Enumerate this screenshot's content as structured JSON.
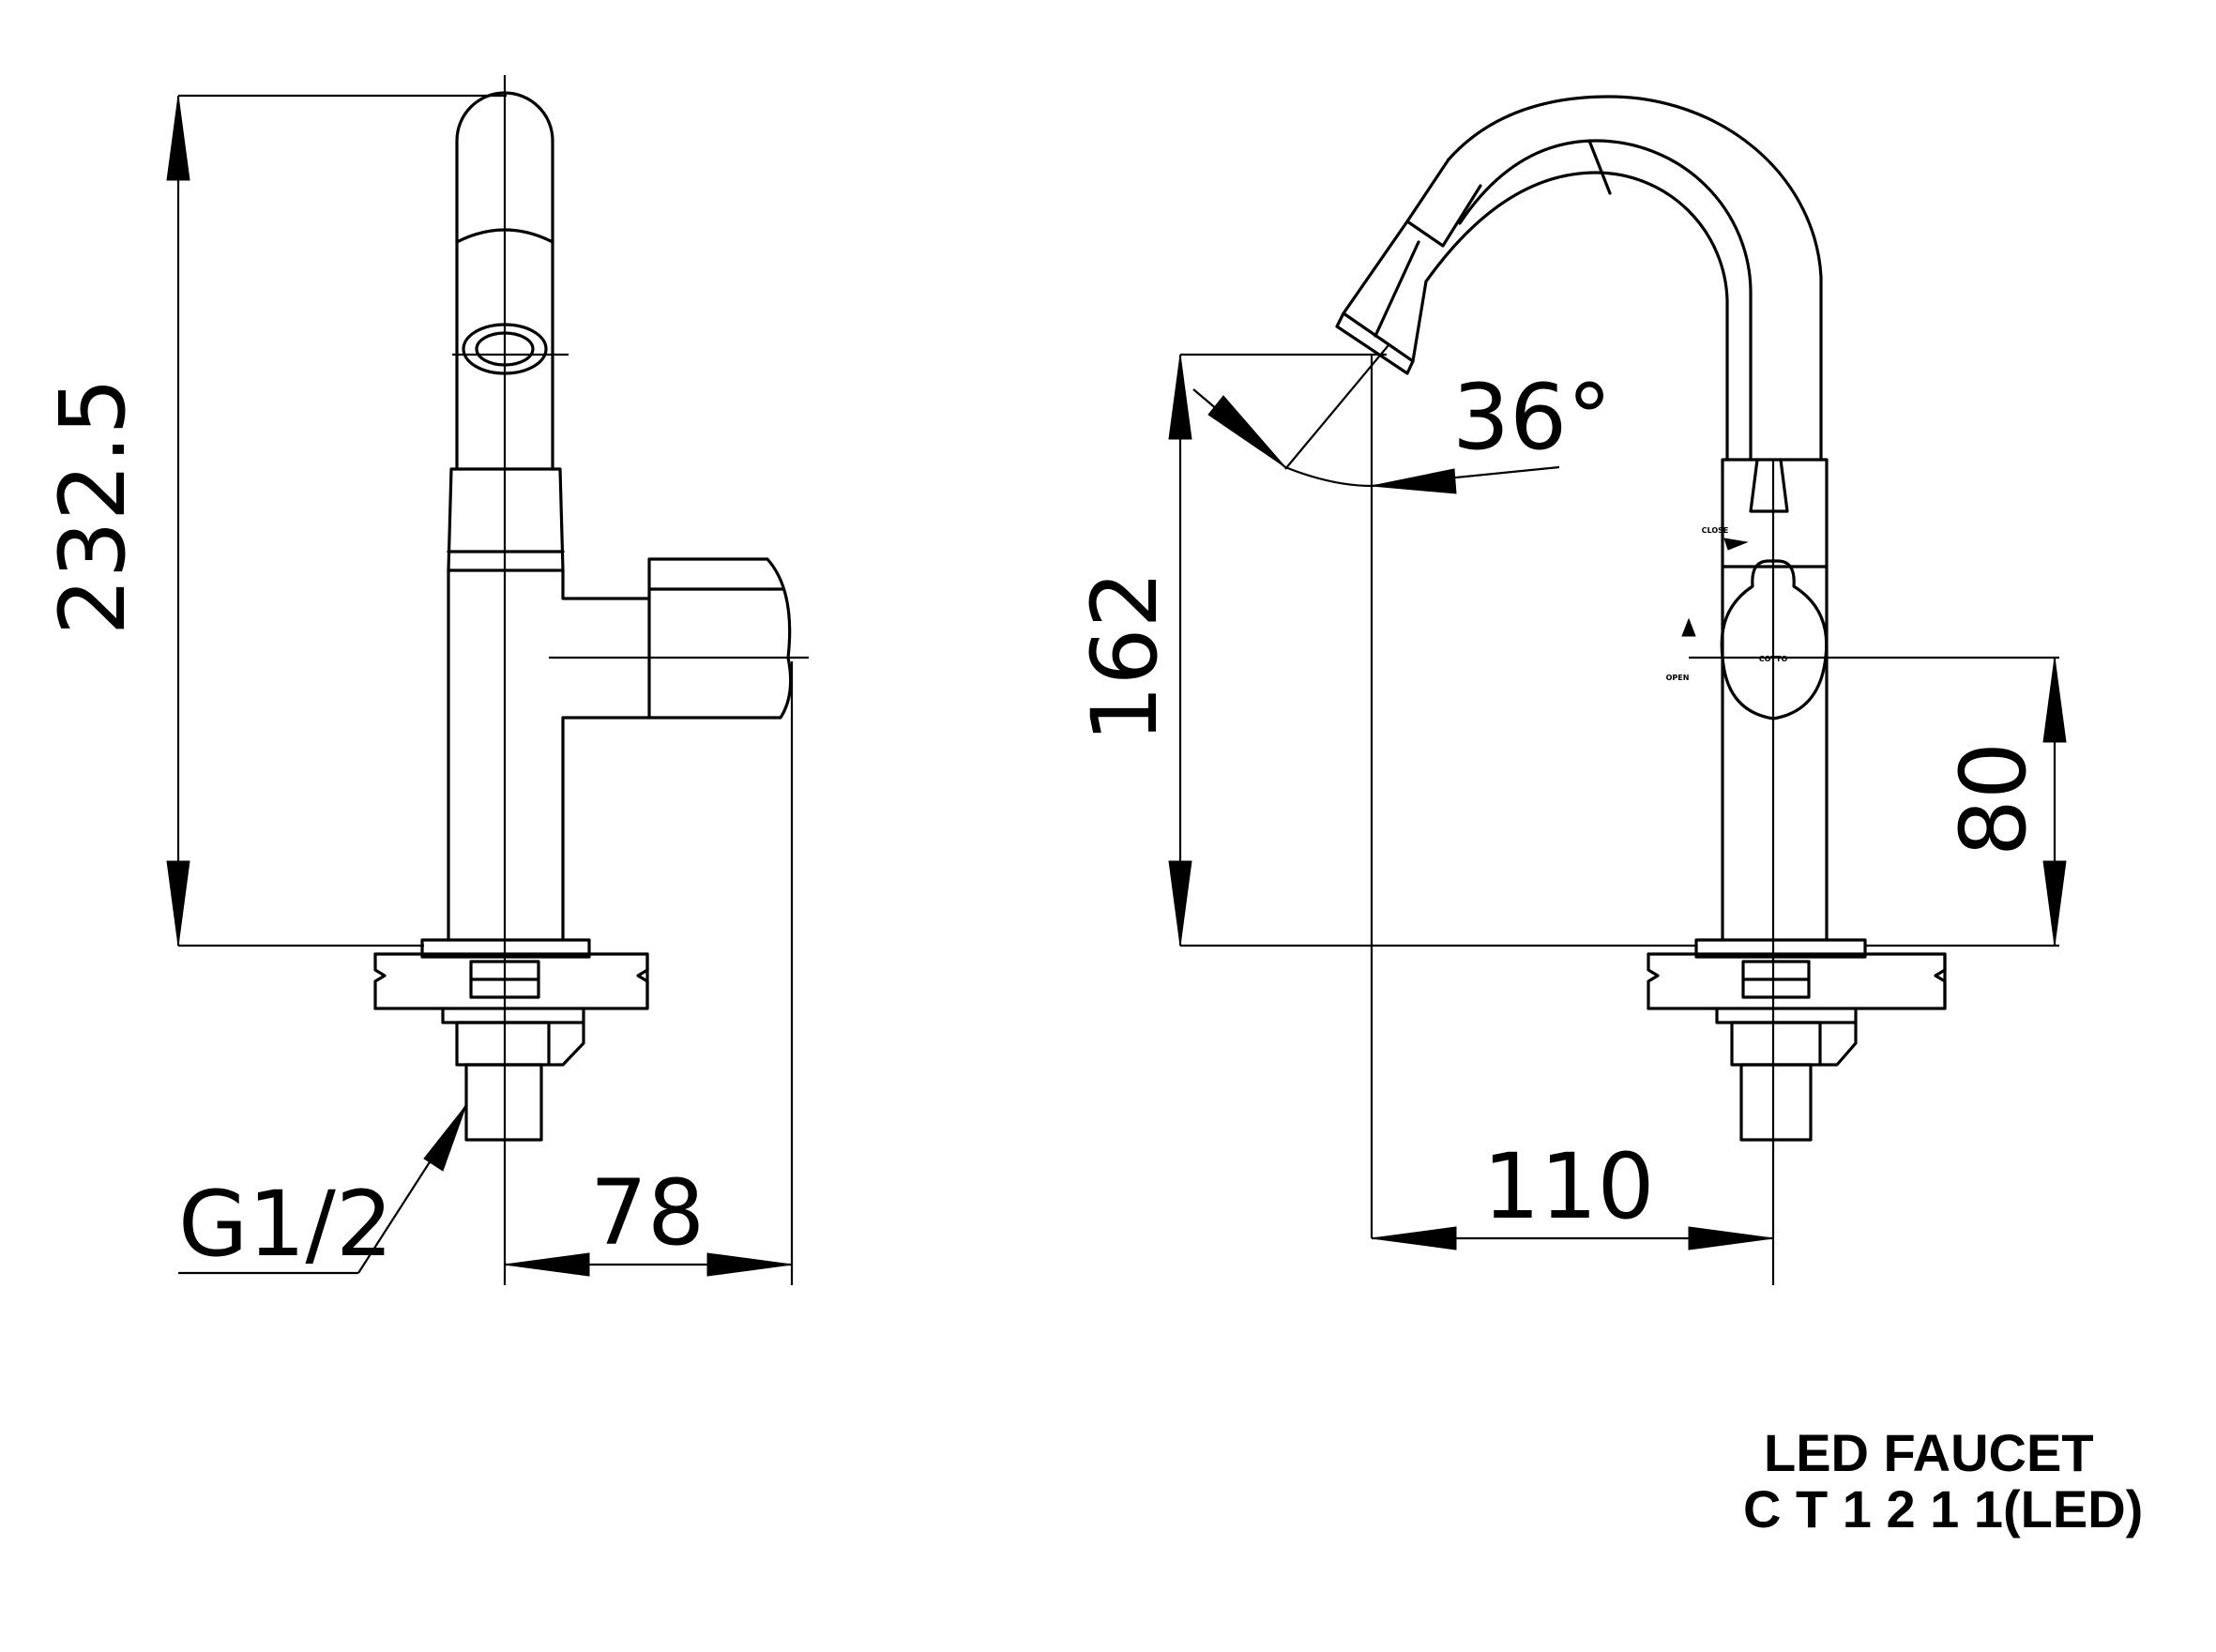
{
  "dimensions": {
    "total_height": "232.5",
    "thread": "G1/2",
    "handle_offset": "78",
    "spout_height": "162",
    "spout_angle": "36°",
    "handle_height": "80",
    "spout_reach": "110"
  },
  "markings": {
    "close": "CLOSE",
    "open": "OPEN",
    "brand": "COTTO"
  },
  "title_block": {
    "line1": "LED FAUCET",
    "line2": "C T 1 2 1 1(LED)"
  }
}
